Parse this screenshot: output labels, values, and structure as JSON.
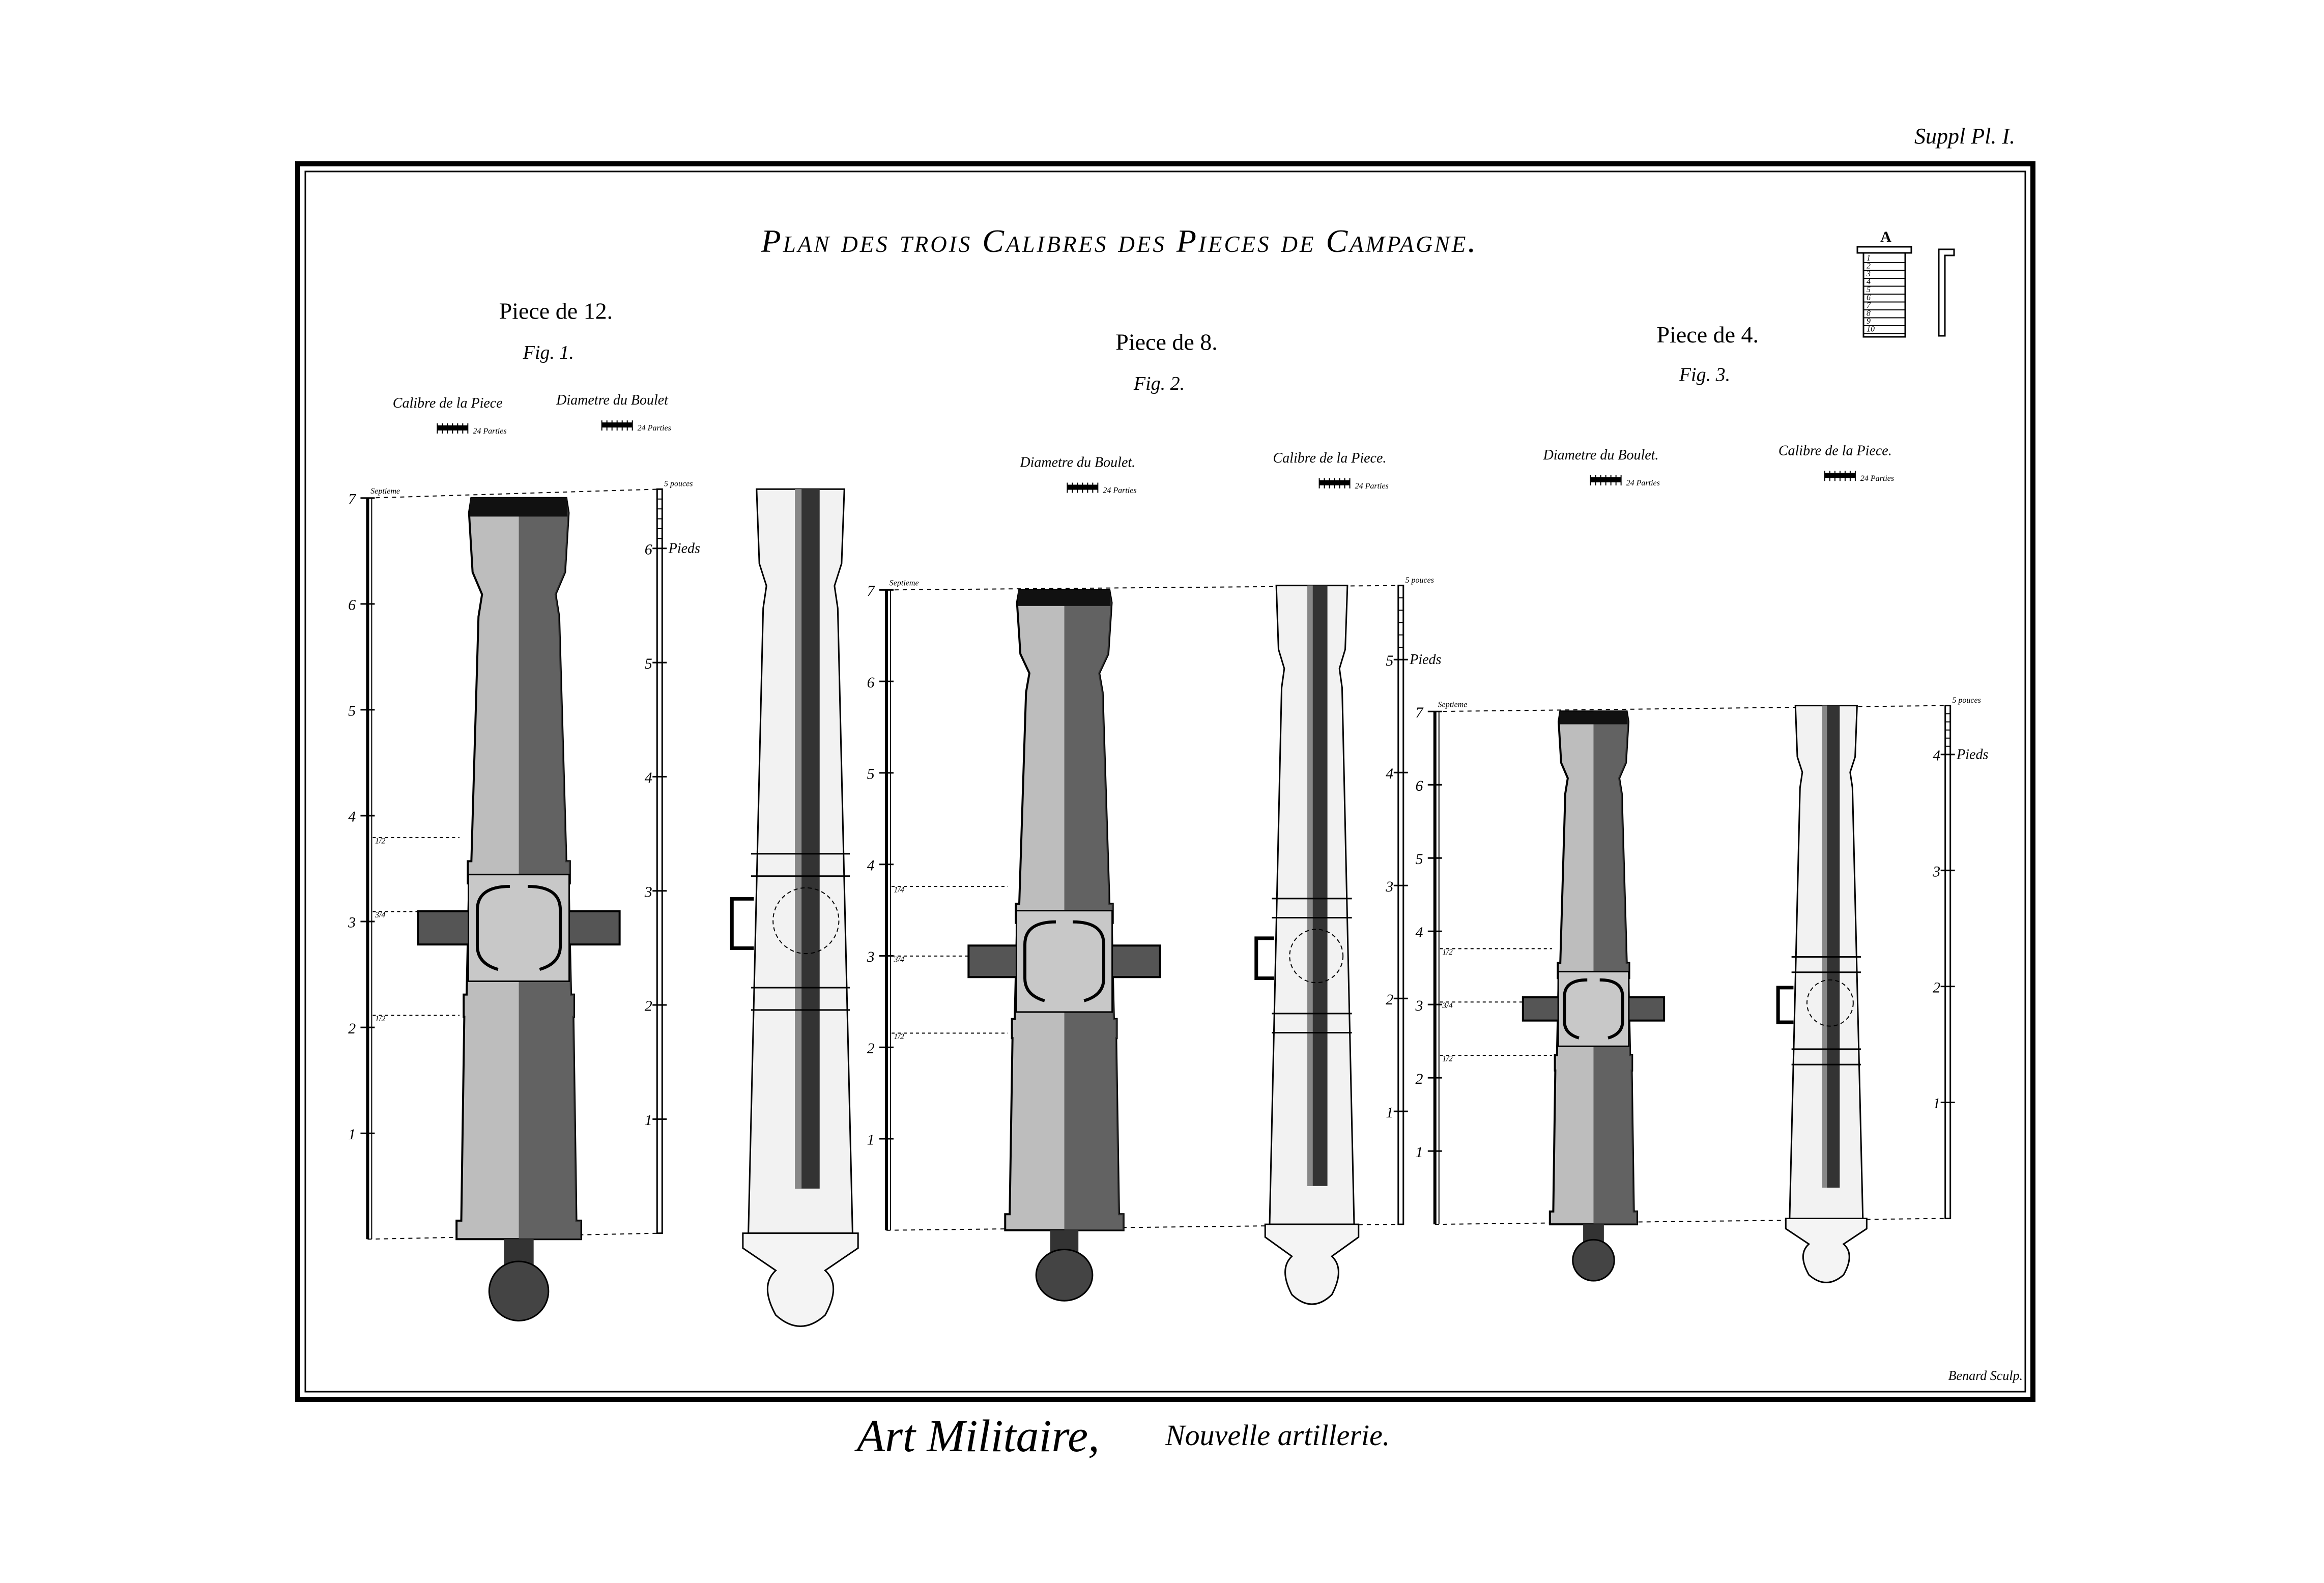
{
  "plate": {
    "supplement_label": "Suppl Pl. I.",
    "title": "Plan des trois Calibres des Pieces de Campagne.",
    "engraver": "Benard Sculp.",
    "caption_main": "Art Militaire,",
    "caption_sub": "Nouvelle artillerie."
  },
  "gauge": {
    "label": "A",
    "marks": [
      "1",
      "2",
      "3",
      "4",
      "5",
      "6",
      "7",
      "8",
      "9",
      "10"
    ]
  },
  "figures": [
    {
      "piece": "Piece de 12.",
      "fig": "Fig. 1.",
      "calibre_label": "Calibre de la Piece",
      "calibre_unit": "24 Parties",
      "boulet_label": "Diametre du Boulet",
      "boulet_unit": "24 Parties",
      "left_axis_label": "Septieme",
      "left_ticks": [
        "7",
        "6",
        "5",
        "4",
        "3",
        "2",
        "1"
      ],
      "left_fractions": [
        "1/2",
        "3/4",
        "1/2"
      ],
      "right_axis_top": "5 pouces",
      "right_axis_unit": "Pieds",
      "right_ticks": [
        "6",
        "5",
        "4",
        "3",
        "2",
        "1"
      ]
    },
    {
      "piece": "Piece de 8.",
      "fig": "Fig. 2.",
      "boulet_label": "Diametre du Boulet.",
      "boulet_unit": "24 Parties",
      "calibre_label": "Calibre de la Piece.",
      "calibre_unit": "24 Parties",
      "left_axis_label": "Septieme",
      "left_ticks": [
        "7",
        "6",
        "5",
        "4",
        "3",
        "2",
        "1"
      ],
      "left_fractions": [
        "1/4",
        "3/4",
        "1/2"
      ],
      "right_axis_top": "5 pouces",
      "right_axis_unit": "Pieds",
      "right_ticks": [
        "5",
        "4",
        "3",
        "2",
        "1"
      ]
    },
    {
      "piece": "Piece de 4.",
      "fig": "Fig. 3.",
      "boulet_label": "Diametre du Boulet.",
      "boulet_unit": "24 Parties",
      "calibre_label": "Calibre de la Piece.",
      "calibre_unit": "24 Parties",
      "left_axis_label": "Septieme",
      "left_ticks": [
        "7",
        "6",
        "5",
        "4",
        "3",
        "2",
        "1"
      ],
      "left_fractions": [
        "1/2",
        "3/4",
        "1/2"
      ],
      "right_axis_top": "5 pouces",
      "right_axis_unit": "Pieds",
      "right_ticks": [
        "4",
        "3",
        "2",
        "1"
      ]
    }
  ]
}
